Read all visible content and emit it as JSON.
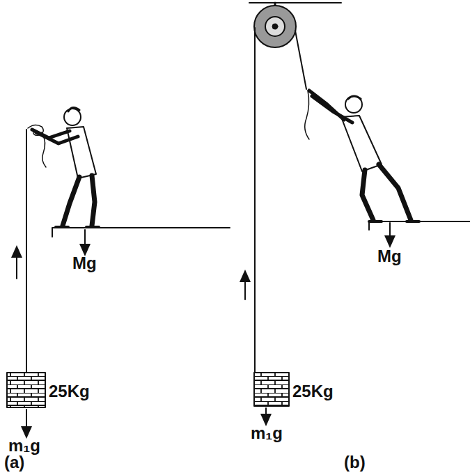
{
  "diagram": {
    "labels": [
      "Mg",
      "25Kg",
      "m₁g",
      "(a)",
      "Mg",
      "25Kg",
      "m₁g",
      "(b)"
    ]
  }
}
